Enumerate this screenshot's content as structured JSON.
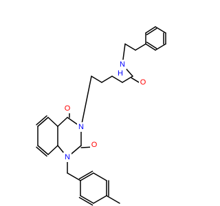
{
  "colors": {
    "bond": "#000000",
    "nitrogen": "#0000ff",
    "oxygen": "#ff0000",
    "background": "#ffffff"
  },
  "atoms": {
    "n_amide": "N",
    "h_amide": "H",
    "o_amide": "O",
    "n_ring_3": "N",
    "n_ring_1": "N",
    "o_c4": "O",
    "o_c2": "O"
  }
}
